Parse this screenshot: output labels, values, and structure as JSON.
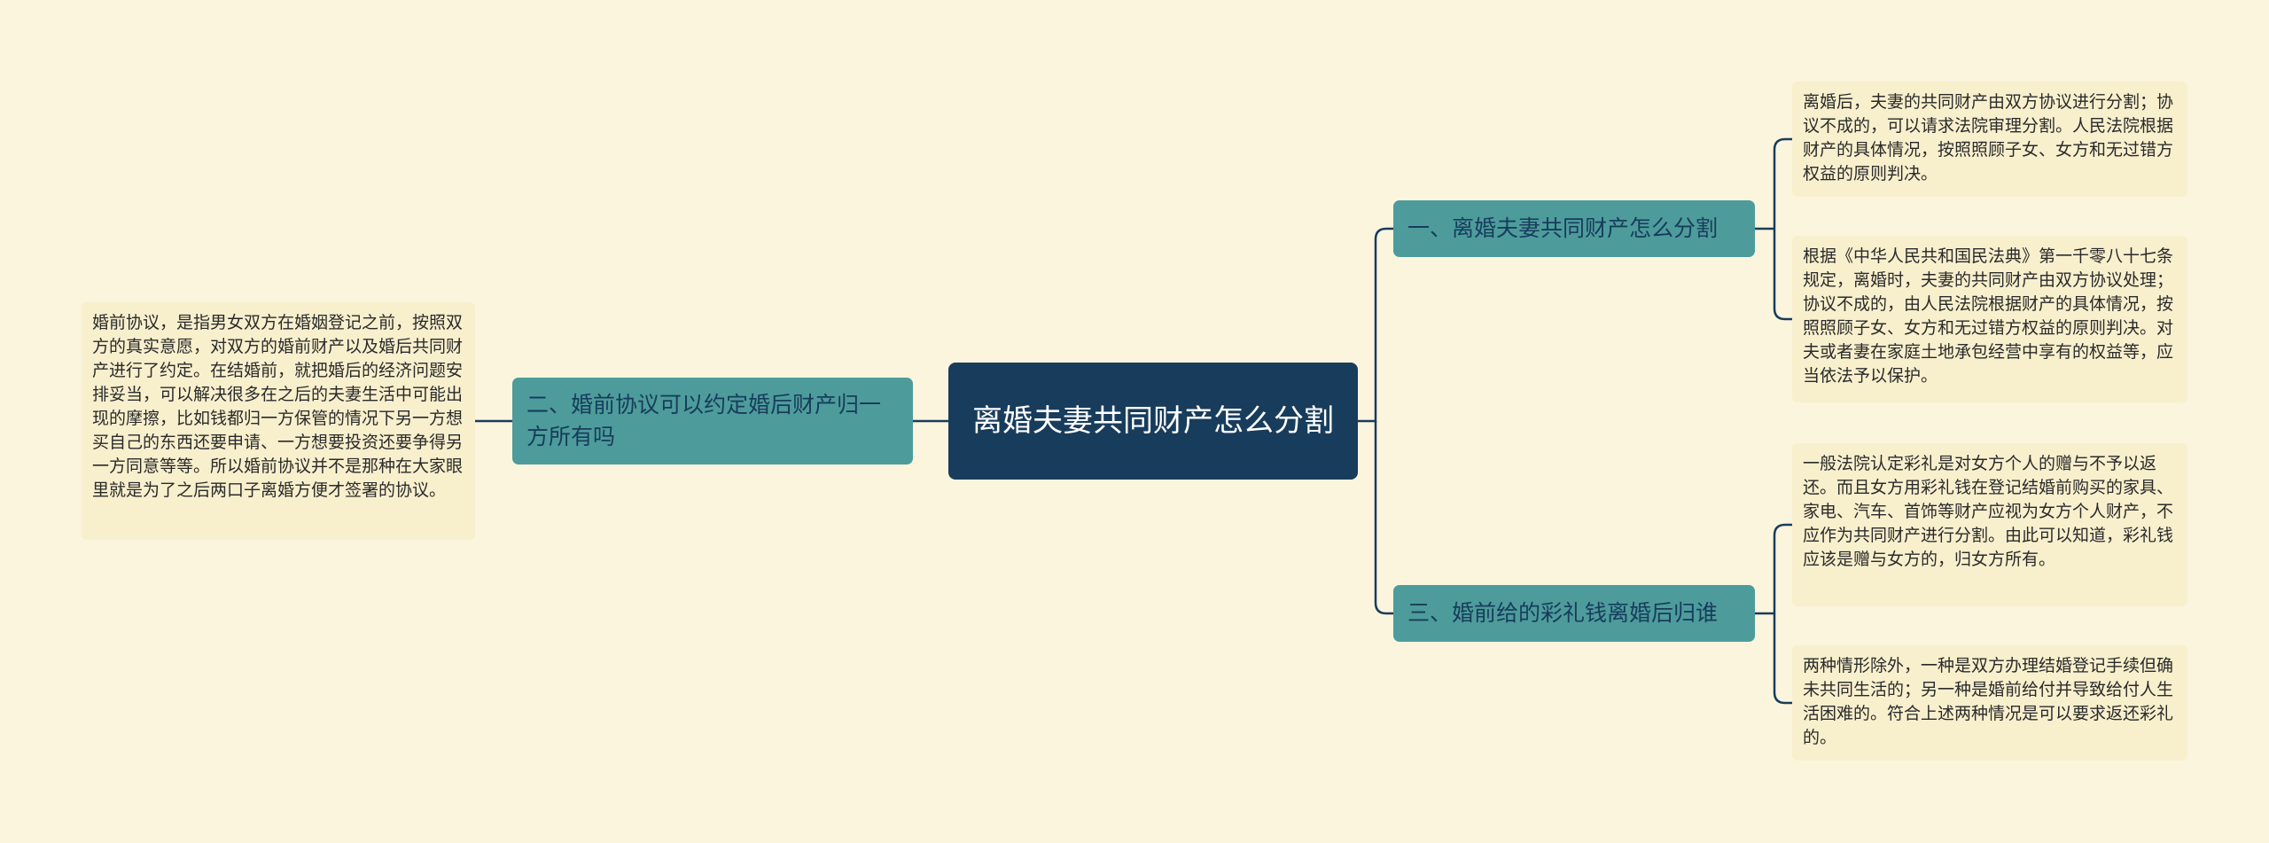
{
  "root": {
    "label": "离婚夫妻共同财产怎么分割"
  },
  "branches": [
    {
      "label": "一、离婚夫妻共同财产怎么分割"
    },
    {
      "label": "二、婚前协议可以约定婚后财产归一方所有吗"
    },
    {
      "label": "三、婚前给的彩礼钱离婚后归谁"
    }
  ],
  "leaves": [
    {
      "text": "婚前协议，是指男女双方在婚姻登记之前，按照双方的真实意愿，对双方的婚前财产以及婚后共同财产进行了约定。在结婚前，就把婚后的经济问题安排妥当，可以解决很多在之后的夫妻生活中可能出现的摩擦，比如钱都归一方保管的情况下另一方想买自己的东西还要申请、一方想要投资还要争得另一方同意等等。所以婚前协议并不是那种在大家眼里就是为了之后两口子离婚方便才签署的协议。"
    },
    {
      "text": "离婚后，夫妻的共同财产由双方协议进行分割；协议不成的，可以请求法院审理分割。人民法院根据财产的具体情况，按照照顾子女、女方和无过错方权益的原则判决。"
    },
    {
      "text": "根据《中华人民共和国民法典》第一千零八十七条规定，离婚时，夫妻的共同财产由双方协议处理；协议不成的，由人民法院根据财产的具体情况，按照照顾子女、女方和无过错方权益的原则判决。对夫或者妻在家庭土地承包经营中享有的权益等，应当依法予以保护。"
    },
    {
      "text": "一般法院认定彩礼是对女方个人的赠与不予以返还。而且女方用彩礼钱在登记结婚前购买的家具、家电、汽车、首饰等财产应视为女方个人财产，不应作为共同财产进行分割。由此可以知道，彩礼钱应该是赠与女方的，归女方所有。"
    },
    {
      "text": "两种情形除外，一种是双方办理结婚登记手续但确未共同生活的；另一种是婚前给付并导致给付人生活困难的。符合上述两种情况是可以要求返还彩礼的。"
    }
  ],
  "colors": {
    "background": "#fbf5de",
    "root_fill": "#183c5c",
    "branch_fill": "#4d9c9b",
    "leaf_fill": "#f8efcd",
    "connector": "#183c5c"
  }
}
